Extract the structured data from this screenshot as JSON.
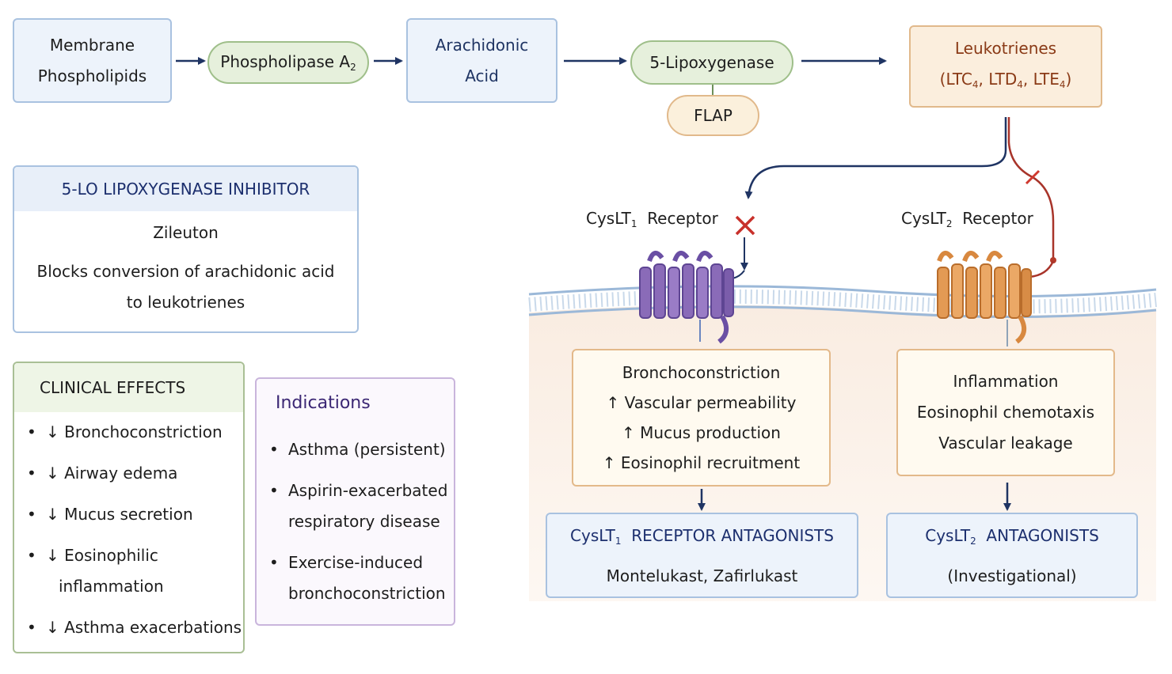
{
  "pathway": {
    "membrane_phospholipids": [
      "Membrane",
      "Phospholipids"
    ],
    "phospholipase": "Phospholipase A",
    "phospholipase_sub": "2",
    "arachidonic_acid": [
      "Arachidonic",
      "Acid"
    ],
    "lipoxygenase": "5-Lipoxygenase",
    "flap": "FLAP",
    "leukotrienes_title": "Leukotrienes",
    "leukotrienes_items": [
      {
        "base": "(LTC",
        "sub": "4",
        "tail": ","
      },
      {
        "base": "LTD",
        "sub": "4",
        "tail": ","
      },
      {
        "base": "LTE",
        "sub": "4",
        "tail": ")"
      }
    ]
  },
  "inhibitor": {
    "title": "5-LO LIPOXYGENASE INHIBITOR",
    "drug": "Zileuton",
    "description_lines": [
      "Blocks conversion of arachidonic acid",
      "to leukotrienes"
    ]
  },
  "clinical_effects": {
    "title": "CLINICAL EFFECTS",
    "items": [
      [
        "↓ Bronchoconstriction"
      ],
      [
        "↓ Airway edema"
      ],
      [
        "↓ Mucus secretion"
      ],
      [
        "↓ Eosinophilic",
        "inflammation"
      ],
      [
        "↓ Asthma exacerbations"
      ]
    ]
  },
  "indications": {
    "title": "Indications",
    "items": [
      [
        "Asthma (persistent)"
      ],
      [
        "Aspirin-exacerbated",
        "respiratory disease"
      ],
      [
        "Exercise-induced",
        "bronchoconstriction"
      ]
    ]
  },
  "receptors": {
    "cyslt1": {
      "base": "CysLT",
      "sub": "1",
      "rest": "Receptor"
    },
    "cyslt2": {
      "base": "CysLT",
      "sub": "2",
      "rest": "Receptor"
    }
  },
  "cyslt1_effects": [
    "Bronchoconstriction",
    "↑ Vascular permeability",
    "↑ Mucus production",
    "↑ Eosinophil recruitment"
  ],
  "cyslt2_effects": [
    "Inflammation",
    "Eosinophil chemotaxis",
    "Vascular leakage"
  ],
  "antagonists1": {
    "title_base": "CysLT",
    "title_sub": "1",
    "title_rest": "RECEPTOR ANTAGONISTS",
    "drugs": "Montelukast, Zafirlukast"
  },
  "antagonists2": {
    "title_base": "CysLT",
    "title_sub": "2",
    "title_rest": "ANTAGONISTS",
    "drugs": "(Investigational)"
  },
  "colors": {
    "arrow_navy": "#1f3463",
    "block_red": "#c8302b",
    "cyslt1_receptor": "#8a6bb8",
    "cyslt2_receptor": "#e39a54",
    "membrane_blue": "#9bb8d8",
    "cytoplasm": "#f8ece2"
  }
}
